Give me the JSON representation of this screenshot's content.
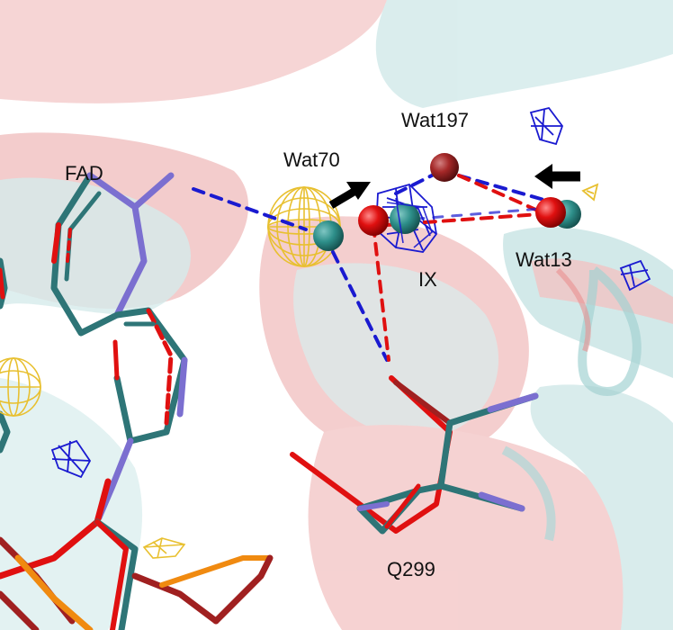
{
  "labels": {
    "fad": "FAD",
    "wat70": "Wat70",
    "wat197": "Wat197",
    "wat13": "Wat13",
    "ix": "IX",
    "q299": "Q299"
  },
  "colors": {
    "carbon_teal": "#2e7577",
    "nitrogen_purple": "#7b6fd0",
    "oxygen_red": "#e01010",
    "dark_red": "#a02020",
    "phosphorus_orange": "#f08a10",
    "mesh_yellow": "#e8c030",
    "mesh_blue": "#1a1ad0",
    "ribbon_pink": "#f3c4c4",
    "ribbon_teal": "#c9e6e6",
    "arrow_black": "#000000"
  }
}
